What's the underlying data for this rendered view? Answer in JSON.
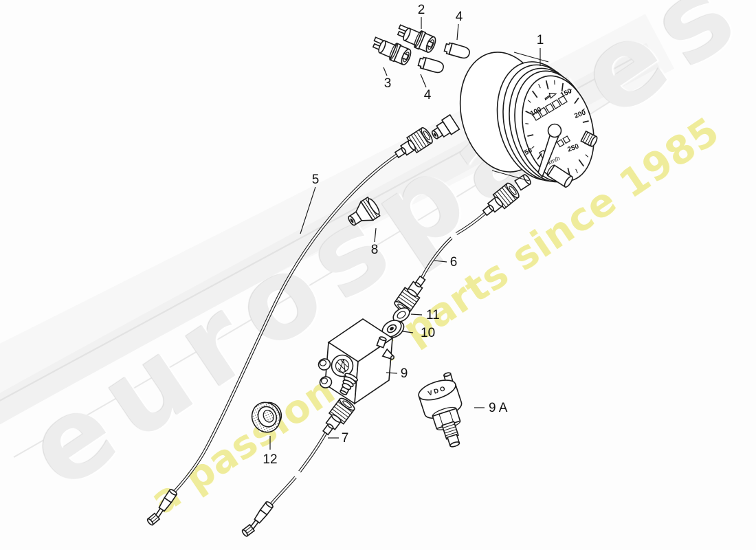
{
  "watermark": {
    "brand": "eurospares",
    "tagline": "a passion for parts since 1985",
    "brand_color": "#ededed",
    "tagline_color": "#ece983"
  },
  "diagram": {
    "line_color": "#1a1a1a",
    "part_labels": {
      "p1": "1",
      "p2": "2",
      "p3": "3",
      "p4": "4",
      "p5": "5",
      "p6": "6",
      "p7": "7",
      "p8": "8",
      "p9": "9",
      "p9a": "9 A",
      "p10": "10",
      "p11": "11",
      "p12": "12"
    },
    "speedometer": {
      "scale_values": [
        "50",
        "100",
        "150",
        "200",
        "250"
      ],
      "unit": "km/h"
    },
    "sender_brand": "VDO"
  }
}
